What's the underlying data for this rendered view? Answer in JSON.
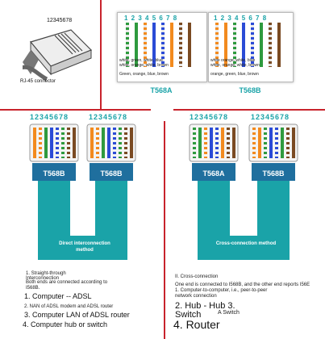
{
  "top": {
    "rj45": {
      "digits": "12345678",
      "label": "RJ-45 connector"
    },
    "t568a": {
      "digits": "1 2 3 4 5 6 7 8",
      "label": "T568A",
      "order_line1": "white, green, white, blue",
      "order_line2": "white, orange, white, brown",
      "order_line3": "Green, orange, blue, brown"
    },
    "t568b": {
      "digits": "1 2 3 4 5 6 7 8",
      "label": "T568B",
      "order_line1": "white orange, white, blue",
      "order_line2": "white, orange, white, brown",
      "order_line3": "orange, green, blue, brown"
    }
  },
  "straight": {
    "left_digits": "12345678",
    "right_digits": "12345678",
    "left_plug": "T568B",
    "right_plug": "T568B",
    "cable_label": "Direct interconnection method",
    "title": "1. Straight-through",
    "note_a": "Interconnection",
    "note_b": "Both ends are connected according to",
    "note_c": "I568B.",
    "uses": [
      "1. Computer -- ADSL",
      "2. NAN of ADSL modem and ADSL router",
      "3. Computer LAN of ADSL router",
      "4. Computer hub or switch"
    ]
  },
  "cross": {
    "left_digits": "12345678",
    "right_digits": "12345678",
    "left_plug": "T568A",
    "right_plug": "T568B",
    "cable_label": "Cross-connection method",
    "title": "II. Cross-connection",
    "note_a": "One end is connected to I568B, and the other end reports I56E",
    "note_b": "1. Computer-to-computer, i.e., peer-to-peer",
    "note_c": "network connection",
    "use2": "2. Hub - Hub 3.",
    "use2b": "Switch",
    "use2c": "A Switch",
    "use4": "4. Router"
  },
  "colors": {
    "teal": "#1aa3a8",
    "divider": "#c8232c",
    "plug_blue": "#1f6f9e",
    "cable_teal": "#1aa3a8"
  }
}
